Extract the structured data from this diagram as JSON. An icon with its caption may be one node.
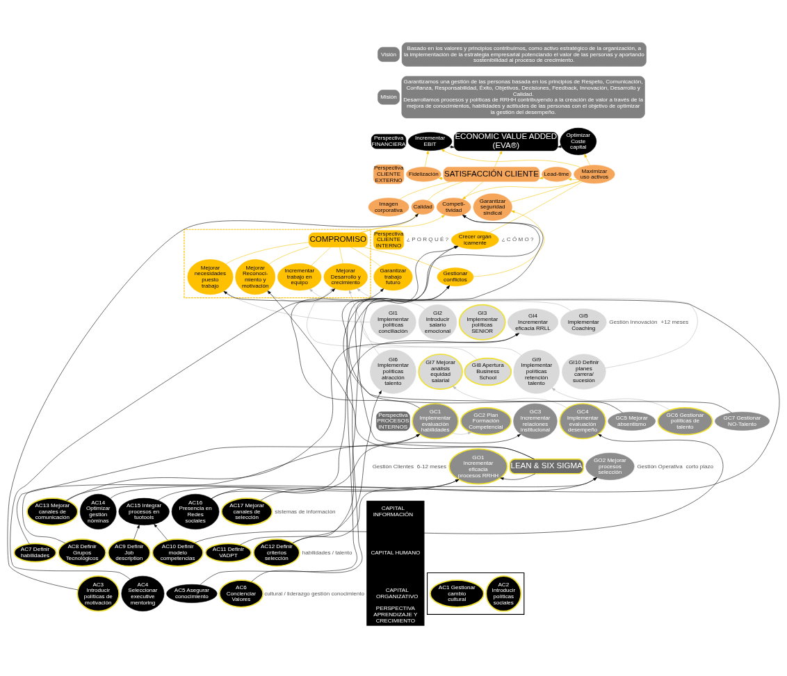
{
  "diagram": {
    "nodes": [
      {
        "text": [
          "Visión"
        ]
      },
      {
        "text": [
          "Basado en los valores y principios contribuimos, como activo estratégico de la organización, a la implementación de la estrategia empresarial potenciando el valor de las personas y aportando sostenibilidad al proceso de crecimiento."
        ]
      },
      {
        "text": [
          "Misión"
        ]
      },
      {
        "text": [
          "Garantizamos una gestión de las personas basada en los principios de Respeto, Comunicación, Confianza, Responsabilidad, Éxito, Objetivos, Decisiones, Feedback, Innovación, Desarrollo y Calidad.",
          "Desarrollamos procesos y políticas de RRHH contribuyendo a la creación de valor a través de la mejora de conocimientos, habilidades y actitudes de las personas con el objetivo de optimizar la gestión del desempeño."
        ]
      },
      {
        "text": [
          "Perspectiva FINANCIERA"
        ]
      },
      {
        "text": [
          "Perspectiva CLIENTE EXTERNO"
        ]
      },
      {
        "text": [
          "Perspectiva CLIENTE INTERNO"
        ]
      },
      {
        "text": [
          "Perspectiva PROCESOS INTERNOS"
        ]
      },
      {
        "text": [
          "PERSPECTIVA APRENDIZAJE Y CRECIMIENTO"
        ]
      },
      {
        "text": [
          "CAPITAL INFORMACIÓN"
        ],
        "in": 8
      },
      {
        "text": [
          "CAPITAL HUMANO"
        ],
        "in": 8
      },
      {
        "text": [
          "CAPITAL ORGANIZATIVO"
        ],
        "in": 8
      },
      {
        "text": [
          "ECONOMIC VALUE ADDED (EVA®)"
        ]
      },
      {
        "text": [
          "Incrementar EBIT"
        ]
      },
      {
        "text": [
          "Optimizar Coste capital"
        ]
      },
      {
        "text": [
          "SATISFACCIÓN CLIENTE"
        ]
      },
      {
        "text": [
          "Fidelización"
        ]
      },
      {
        "text": [
          "Lead-time"
        ]
      },
      {
        "text": [
          "Maximizar uso activos"
        ]
      },
      {
        "text": [
          "Imagen corporativa"
        ]
      },
      {
        "text": [
          "Calidad"
        ]
      },
      {
        "text": [
          "Competi-tividad"
        ]
      },
      {
        "text": [
          "Garantizar seguridad sindical"
        ]
      },
      {
        "text": [],
        "shape": "box"
      },
      {
        "text": [
          "COMPROMISO"
        ],
        "in": 23
      },
      {
        "text": [
          "Crecer orgánicamente"
        ]
      },
      {
        "text": [
          "Garantizar trabajo futuro"
        ]
      },
      {
        "text": [
          "Mejorar necesidades puesto trabajo"
        ],
        "in": 23
      },
      {
        "text": [
          "Mejorar Reconoci-miento y motivación"
        ],
        "in": 23
      },
      {
        "text": [
          "Incrementar trabajo en equipo"
        ],
        "in": 23
      },
      {
        "text": [
          "Mejorar Desarrollo y crecimiento"
        ],
        "in": 23
      },
      {
        "text": [
          "Gestionar conflictos"
        ]
      },
      {
        "text": [
          "GI1 Implementar políticas conciliación"
        ]
      },
      {
        "text": [
          "GI2 Introducir salario emocional"
        ]
      },
      {
        "text": [
          "GI3 Implementar políticas SENIOR"
        ]
      },
      {
        "text": [
          "GI4 Incrementar eficacia RRLL"
        ]
      },
      {
        "text": [
          "GI5 Implementar Coaching"
        ]
      },
      {
        "text": [
          "GI6 Implementar políticas atracción talento"
        ]
      },
      {
        "text": [
          "GI7 Mejorar análisis equidad salarial"
        ]
      },
      {
        "text": [
          "GI8 Apertura Business School"
        ]
      },
      {
        "text": [
          "GI9 Implementar políticas retención talento"
        ]
      },
      {
        "text": [
          "GI10 Definir planes carrera/ sucesión"
        ]
      },
      {
        "text": [
          "GC1 Implementar evaluación habilidades"
        ]
      },
      {
        "text": [
          "GC2 Plan Formación Competencial"
        ]
      },
      {
        "text": [
          "GC3 Incrementar relaciones institucional"
        ]
      },
      {
        "text": [
          "GC4 Implementar evaluación desempeño"
        ]
      },
      {
        "text": [
          "GC5 Mejorar absentismo"
        ]
      },
      {
        "text": [
          "GC6 Gestionar políticas de talento"
        ]
      },
      {
        "text": [
          "GC7 Gestionar NO-Talento"
        ]
      },
      {
        "text": [
          "GO1 Incrementar eficacia procesos RRHH"
        ]
      },
      {
        "text": [
          "LEAN & SIX SIGMA"
        ]
      },
      {
        "text": [
          "GO2 Mejorar procesos selección"
        ]
      },
      {
        "text": [
          "AC13 Mejorar canales de comunicación"
        ]
      },
      {
        "text": [
          "AC14 Optimizar gestión nóminas"
        ]
      },
      {
        "text": [
          "AC15 Integrar procesos en tuotools"
        ]
      },
      {
        "text": [
          "AC16 Presencia en Redes sociales"
        ]
      },
      {
        "text": [
          "AC17 Mejorar canales de selección"
        ]
      },
      {
        "text": [
          "AC7 Definir habilidades"
        ]
      },
      {
        "text": [
          "AC8 Definir Grupos Tecnológicos"
        ]
      },
      {
        "text": [
          "AC9 Definir Job description"
        ]
      },
      {
        "text": [
          "AC10 Definir modelo competencias"
        ]
      },
      {
        "text": [
          "AC11 Definir VADPT"
        ]
      },
      {
        "text": [
          "AC12 Definir criterios selección"
        ]
      },
      {
        "text": [],
        "shape": "box"
      },
      {
        "text": [
          "AC1 Gestionar cambio cultural"
        ],
        "in": 63
      },
      {
        "text": [
          "AC2 Introducir políticas sociales"
        ],
        "in": 63
      },
      {
        "text": [
          "AC3 Introducir políticas de motivación"
        ]
      },
      {
        "text": [
          "AC4 Seleccionar executive mentoring"
        ]
      },
      {
        "text": [
          "AC5 Asegurar conocimiento"
        ]
      },
      {
        "text": [
          "AC6 Concienciar Valores"
        ]
      }
    ],
    "edges": [
      {
        "from": 13,
        "to": 12,
        "arrow": "to"
      },
      {
        "from": 14,
        "to": 12,
        "arrow": "to"
      },
      {
        "from": 15,
        "to": 12,
        "arrow": "to",
        "color": "#f5c400"
      },
      {
        "from": 16,
        "to": 13,
        "arrow": "to",
        "color": "#f5c400"
      },
      {
        "from": 18,
        "to": 13,
        "arrow": "to",
        "color": "#f5c400"
      },
      {
        "from": 18,
        "to": 14,
        "arrow": "to",
        "color": "#f5c400"
      },
      {
        "from": 15,
        "to": 16,
        "arrow": "to",
        "color": "#f5c400"
      },
      {
        "from": 17,
        "to": 15,
        "arrow": "to",
        "color": "#f5c400"
      },
      {
        "from": 18,
        "to": 17,
        "arrow": "to",
        "color": "#f5c400"
      },
      {
        "from": 19,
        "to": 15,
        "arrow": "none",
        "color": "#f5c400"
      },
      {
        "from": 20,
        "to": 15,
        "arrow": "none",
        "color": "#f5c400"
      },
      {
        "from": 21,
        "to": 15,
        "arrow": "none",
        "color": "#f5c400"
      },
      {
        "from": 18,
        "to": 21,
        "arrow": "to",
        "color": "#f5c400"
      },
      {
        "from": 22,
        "to": 18,
        "arrow": "none",
        "color": "#f5c400"
      },
      {
        "from": 25,
        "to": 18,
        "arrow": "none",
        "color": "#f5c400"
      },
      {
        "from": 31,
        "to": 22,
        "arrow": "to",
        "color": "#f5c400"
      },
      {
        "from": 24,
        "to": 20,
        "arrow": "to",
        "color": "#f5c400"
      },
      {
        "from": 24,
        "to": 21,
        "arrow": "to",
        "color": "#f5c400"
      },
      {
        "from": 26,
        "to": 24,
        "arrow": "none",
        "color": "#f5c400"
      },
      {
        "from": 27,
        "to": 24,
        "arrow": "none",
        "color": "#f5c400"
      },
      {
        "from": 28,
        "to": 24,
        "arrow": "none",
        "color": "#f5c400"
      },
      {
        "from": 29,
        "to": 24,
        "arrow": "none",
        "color": "#f5c400"
      },
      {
        "from": 30,
        "to": 24,
        "arrow": "none",
        "color": "#f5c400"
      },
      {
        "from": 31,
        "to": 24,
        "arrow": "none",
        "color": "#f5c400"
      },
      {
        "from": 32,
        "to": 27,
        "arrow": "to",
        "color": "#b8b8b8"
      },
      {
        "from": 33,
        "to": 28,
        "arrow": "to",
        "color": "#b8b8b8"
      },
      {
        "from": 36,
        "to": 29,
        "arrow": "to",
        "color": "#b8b8b8"
      },
      {
        "from": 37,
        "to": 30,
        "arrow": "to",
        "color": "#b8b8b8"
      },
      {
        "from": 39,
        "to": 30,
        "arrow": "to",
        "color": "#b8b8b8"
      },
      {
        "from": 40,
        "to": 25,
        "arrow": "to",
        "color": "#b8b8b8"
      },
      {
        "from": 41,
        "to": 30,
        "arrow": "to",
        "color": "#b8b8b8"
      },
      {
        "from": 45,
        "to": 38,
        "arrow": "to",
        "color": "#b8b8b8"
      },
      {
        "from": 47,
        "to": 40,
        "arrow": "to",
        "color": "#b8b8b8"
      },
      {
        "from": 42,
        "to": 43,
        "arrow": "to",
        "color": "#b8b8b8"
      },
      {
        "from": 48,
        "to": 25,
        "arrow": "to"
      },
      {
        "from": 46,
        "to": 21,
        "arrow": "to"
      },
      {
        "from": 55,
        "to": 35,
        "arrow": "to"
      },
      {
        "from": 55,
        "to": 44,
        "arrow": "to"
      },
      {
        "from": 52,
        "to": 49,
        "arrow": "to"
      },
      {
        "from": 52,
        "to": 35,
        "arrow": "to"
      },
      {
        "from": 53,
        "to": 27,
        "arrow": "to"
      },
      {
        "from": 54,
        "to": 49,
        "arrow": "to"
      },
      {
        "from": 59,
        "to": 54,
        "arrow": "to"
      },
      {
        "from": 60,
        "to": 54,
        "arrow": "to"
      },
      {
        "from": 60,
        "to": 45,
        "arrow": "to"
      },
      {
        "from": 57,
        "to": 42,
        "arrow": "to"
      },
      {
        "from": 58,
        "to": 42,
        "arrow": "to"
      },
      {
        "from": 61,
        "to": 37,
        "arrow": "to"
      },
      {
        "from": 62,
        "to": 51,
        "arrow": "to"
      },
      {
        "from": 62,
        "to": 21,
        "arrow": "to"
      },
      {
        "from": 56,
        "to": 51,
        "arrow": "to"
      },
      {
        "from": 66,
        "to": 20,
        "arrow": "to"
      },
      {
        "from": 67,
        "to": 30,
        "arrow": "to"
      },
      {
        "from": 68,
        "to": 25,
        "arrow": "to"
      },
      {
        "from": 69,
        "to": 31,
        "arrow": "to"
      },
      {
        "from": 50,
        "to": 49,
        "arrow": "to"
      },
      {
        "from": 50,
        "to": 28,
        "arrow": "to"
      },
      {
        "from": 50,
        "to": 31,
        "arrow": "to"
      },
      {
        "from": 42,
        "to": 26,
        "arrow": "to"
      }
    ],
    "labels": [
      "¿ P O R Q U É ?",
      "¿ C Ó M O ?",
      "Gestión Innovación",
      "+12 meses",
      "Gestión Clientes",
      "6-12 meses",
      "Gestión Operativa",
      "corto plazo",
      "sistemas de información",
      "habilidades / talento",
      "cultural / liderazgo gestión conocimiento"
    ]
  }
}
